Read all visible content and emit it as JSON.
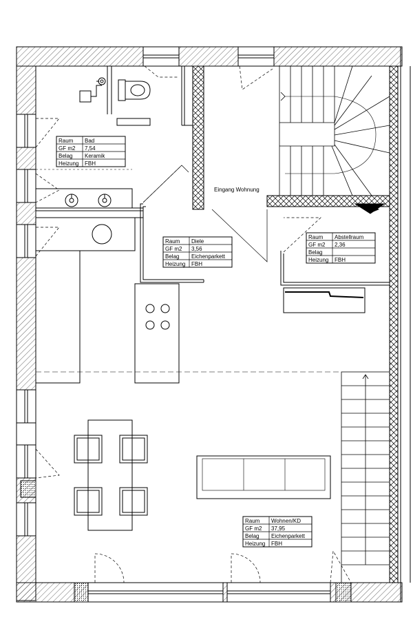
{
  "plan": {
    "entrance_label": "Eingang Wohnung",
    "colors": {
      "line": "#000000",
      "background": "#ffffff",
      "hatch": "#000000"
    },
    "rooms": [
      {
        "id": "bad",
        "rows": [
          {
            "key": "Raum",
            "value": "Bad"
          },
          {
            "key": "GF m2",
            "value": "7,54"
          },
          {
            "key": "Belag",
            "value": "Keramik"
          },
          {
            "key": "Heizung",
            "value": "FBH"
          }
        ]
      },
      {
        "id": "diele",
        "rows": [
          {
            "key": "Raum",
            "value": "Diele"
          },
          {
            "key": "GF m2",
            "value": "3,56"
          },
          {
            "key": "Belag",
            "value": "Eichenparkett"
          },
          {
            "key": "Heizung",
            "value": "FBH"
          }
        ]
      },
      {
        "id": "abstellraum",
        "rows": [
          {
            "key": "Raum",
            "value": "Abstellraum"
          },
          {
            "key": "GF m2",
            "value": "2,36"
          },
          {
            "key": "Belag",
            "value": ""
          },
          {
            "key": "Heizung",
            "value": "FBH"
          }
        ]
      },
      {
        "id": "wohnen",
        "rows": [
          {
            "key": "Raum",
            "value": "Wohnen/KD"
          },
          {
            "key": "GF m2",
            "value": "37,95"
          },
          {
            "key": "Belag",
            "value": "Eichenparkett"
          },
          {
            "key": "Heizung",
            "value": "FBH"
          }
        ]
      }
    ]
  }
}
